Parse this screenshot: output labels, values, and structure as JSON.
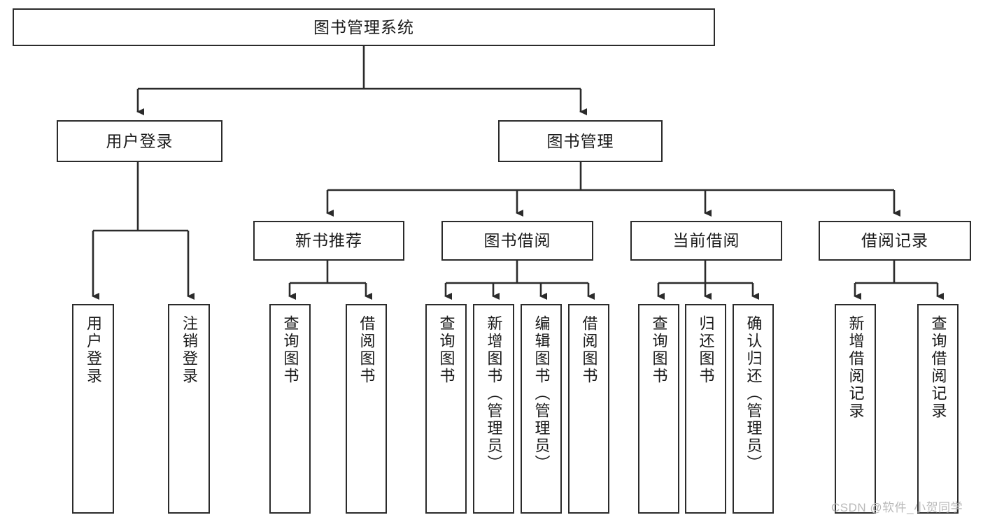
{
  "diagram": {
    "title": "图书管理系统",
    "type": "tree",
    "levels": {
      "root": {
        "label": "图书管理系统"
      },
      "level2": [
        {
          "id": "user-login",
          "label": "用户登录"
        },
        {
          "id": "book-manage",
          "label": "图书管理"
        }
      ],
      "level3": [
        {
          "id": "new-book-recommend",
          "label": "新书推荐"
        },
        {
          "id": "book-borrow",
          "label": "图书借阅"
        },
        {
          "id": "current-borrow",
          "label": "当前借阅"
        },
        {
          "id": "borrow-record",
          "label": "借阅记录"
        }
      ],
      "level4": [
        {
          "id": "leaf-user-login",
          "label": "用户登录",
          "parent": "user-login"
        },
        {
          "id": "leaf-logout-login",
          "label": "注销登录",
          "parent": "user-login"
        },
        {
          "id": "leaf-query-book-1",
          "label": "查询图书",
          "parent": "new-book-recommend"
        },
        {
          "id": "leaf-borrow-book-1",
          "label": "借阅图书",
          "parent": "new-book-recommend"
        },
        {
          "id": "leaf-query-book-2",
          "label": "查询图书",
          "parent": "book-borrow"
        },
        {
          "id": "leaf-add-book",
          "label": "新增图书（管理员）",
          "parent": "book-borrow"
        },
        {
          "id": "leaf-edit-book",
          "label": "编辑图书（管理员）",
          "parent": "book-borrow"
        },
        {
          "id": "leaf-borrow-book-2",
          "label": "借阅图书",
          "parent": "book-borrow"
        },
        {
          "id": "leaf-query-book-3",
          "label": "查询图书",
          "parent": "current-borrow"
        },
        {
          "id": "leaf-return-book",
          "label": "归还图书",
          "parent": "current-borrow"
        },
        {
          "id": "leaf-confirm-return",
          "label": "确认归还（管理员）",
          "parent": "current-borrow"
        },
        {
          "id": "leaf-add-record",
          "label": "新增借阅记录",
          "parent": "borrow-record"
        },
        {
          "id": "leaf-query-record",
          "label": "查询借阅记录",
          "parent": "borrow-record"
        }
      ]
    },
    "colors": {
      "stroke": "#2b2b2b",
      "fill": "#ffffff",
      "text": "#1a1a1a",
      "watermark": "#b9b9b9",
      "background": "#ffffff"
    }
  },
  "watermark": {
    "text": "CSDN @软件_小贺同学"
  }
}
